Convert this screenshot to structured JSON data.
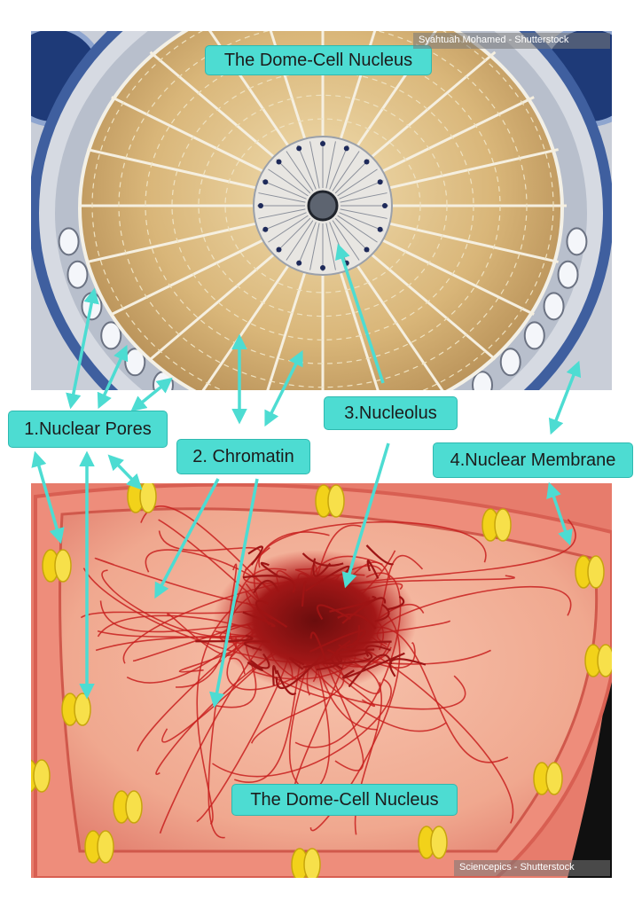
{
  "top_photo": {
    "title": "The Dome-Cell Nucleus",
    "credit": "Syahtuah Mohamed - Shutterstock"
  },
  "bottom_illustration": {
    "title": "The Dome-Cell Nucleus",
    "credit": "Sciencepics - Shutterstock"
  },
  "labels": {
    "nuclear_pores": "1.Nuclear Pores",
    "chromatin": "2. Chromatin",
    "nucleolus": "3.Nucleolus",
    "nuclear_membrane": "4.Nuclear Membrane"
  },
  "colors": {
    "label_fill": "#4ddcd2",
    "arrow": "#4ddcd2",
    "dome_gold": "#d9b679",
    "dome_blue": "#2f4e8c",
    "cell_pink": "#f49a8a",
    "chromatin_red": "#c8201f",
    "pore_yellow": "#f2d21a"
  }
}
